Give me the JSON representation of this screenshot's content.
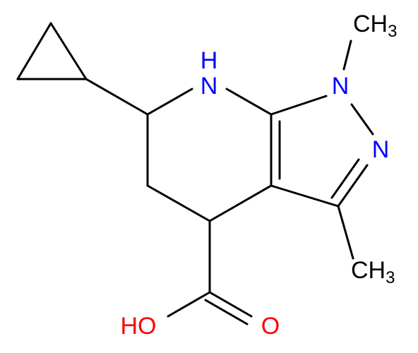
{
  "molecule": {
    "atoms": {
      "nh_h": "H",
      "nh_n": "N",
      "n1": "N",
      "n2": "N",
      "ch3_top_c": "CH",
      "ch3_top_sub": "3",
      "ch3_bottom_c": "CH",
      "ch3_bottom_sub": "3",
      "oh": "HO",
      "o_carbonyl": "O"
    },
    "colors": {
      "bond": "#000000",
      "nitrogen": "#0000ff",
      "oxygen": "#ff0000",
      "carbon_hydrogen": "#000000"
    }
  }
}
